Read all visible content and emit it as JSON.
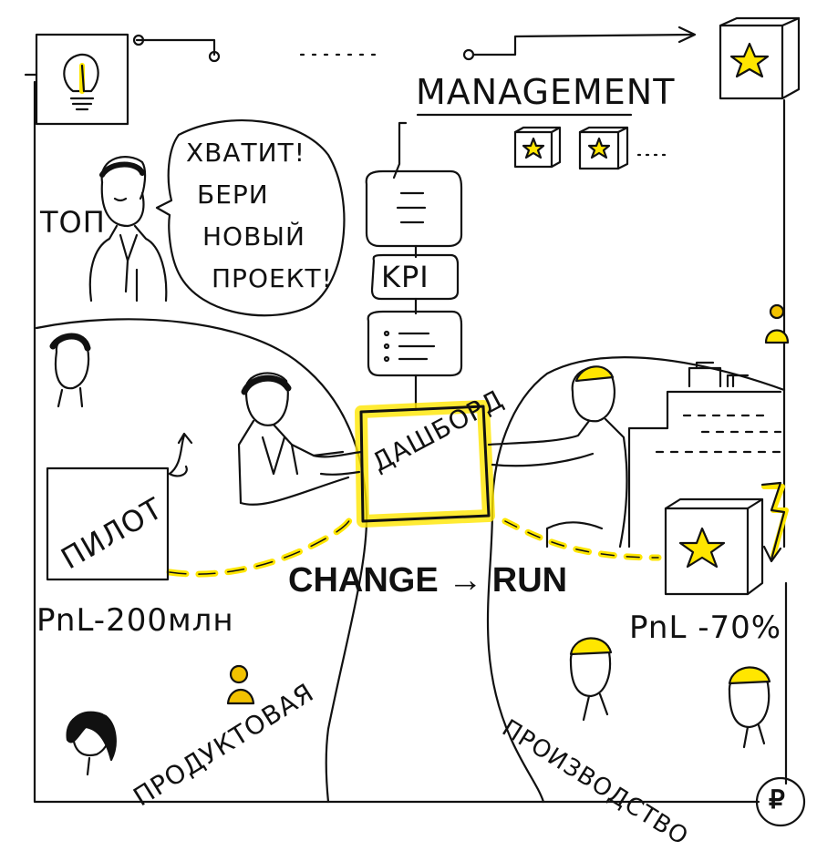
{
  "labels": {
    "management": "MANAGEMENT",
    "top": "ТОП",
    "speech_line1": "ХВАТИТ!",
    "speech_line2": "БЕРИ",
    "speech_line3": "НОВЫЙ",
    "speech_line4": "ПРОЕКТ!",
    "kpi": "KPI",
    "dashboard": "ДАШБОРД",
    "pilot": "ПИЛОТ",
    "change_run": "CHANGE → RUN",
    "pnl_left": "PnL-200млн",
    "pnl_right": "PnL -70%",
    "product": "ПРОДУКТОВАЯ",
    "production": "ПРОИЗВОДСТВО",
    "currency": "₽"
  },
  "colors": {
    "ink": "#111111",
    "accent": "#ffe600",
    "accent_dark": "#f2c200"
  },
  "icons": {
    "lightbulb": "lightbulb-icon",
    "star_box": "star-box-icon",
    "lightning": "lightning-icon",
    "person": "person-icon",
    "ruble": "ruble-icon"
  }
}
